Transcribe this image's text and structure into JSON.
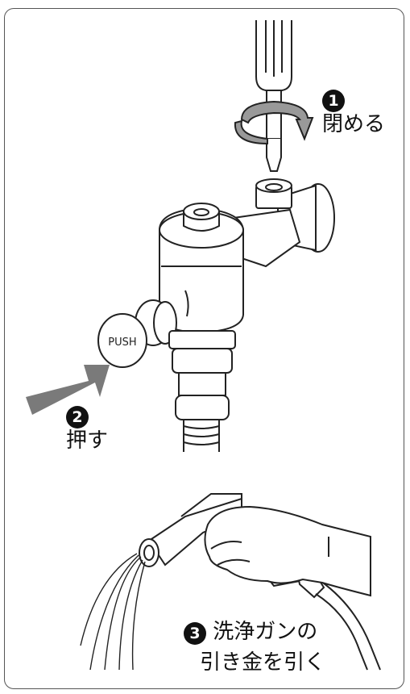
{
  "steps": {
    "step1": {
      "number": "1",
      "text": "閉める"
    },
    "step2": {
      "number": "2",
      "text": "押す"
    },
    "step3": {
      "number": "3",
      "text_line1": "洗浄ガンの",
      "text_line2": "引き金を引く"
    }
  },
  "button_text": "PUSH",
  "icons": [
    "screwdriver-icon",
    "rotate-arrow-icon",
    "flush-valve-icon",
    "push-arrow-icon",
    "spray-gun-icon",
    "hand-icon"
  ],
  "colors": {
    "line": "#222222",
    "arrow": "#777777",
    "badge": "#111111"
  }
}
